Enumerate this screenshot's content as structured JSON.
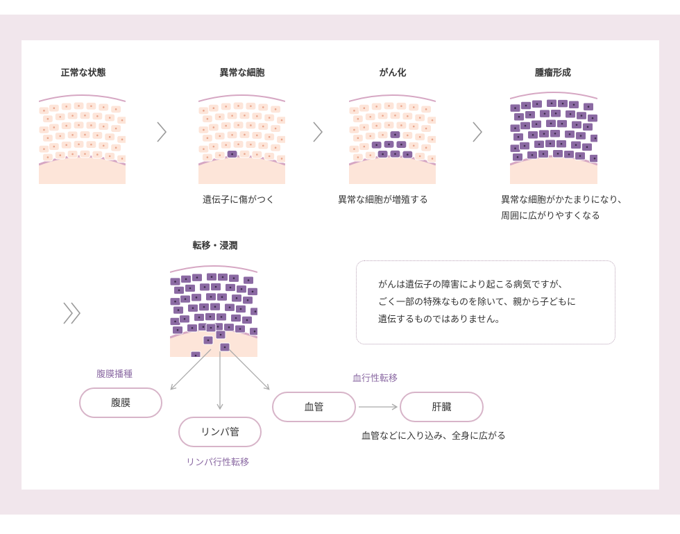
{
  "stages": [
    {
      "title": "正常な状態",
      "caption_lines": []
    },
    {
      "title": "異常な細胞",
      "caption_lines": [
        "遺伝子に傷がつく"
      ]
    },
    {
      "title": "がん化",
      "caption_lines": [
        "異常な細胞が増殖する"
      ]
    },
    {
      "title": "腫瘤形成",
      "caption_lines": [
        "異常な細胞がかたまりになり、",
        "周囲に広がりやすくなる"
      ]
    }
  ],
  "metastasis": {
    "title": "転移・浸潤",
    "routes": {
      "peritoneal_label": "腹膜播種",
      "peritoneal_node": "腹膜",
      "lymph_node": "リンパ管",
      "lymph_label": "リンパ行性転移",
      "blood_label": "血行性転移",
      "blood_node": "血管",
      "liver_node": "肝臓",
      "blood_caption": "血管などに入り込み、全身に広がる"
    }
  },
  "note": {
    "lines": [
      "がんは遺伝子の障害により起こる病気ですが、",
      "ごく一部の特殊なものを除いて、親から子どもに",
      "遺伝するものではありません。"
    ]
  },
  "colors": {
    "background_band": "#f1e6ec",
    "normal_cell": "#fde5d9",
    "abnormal_cell": "#8b6aa3",
    "tissue_layer": "#fde5d9",
    "membrane": "#d6a7c3",
    "pill_border": "#d7b4c8",
    "route_label": "#8b6aa3",
    "arrow": "#aaaaaa"
  },
  "icons": {
    "step_arrow": "chevron-right-icon",
    "continue_arrow": "double-chevron-right-icon"
  }
}
